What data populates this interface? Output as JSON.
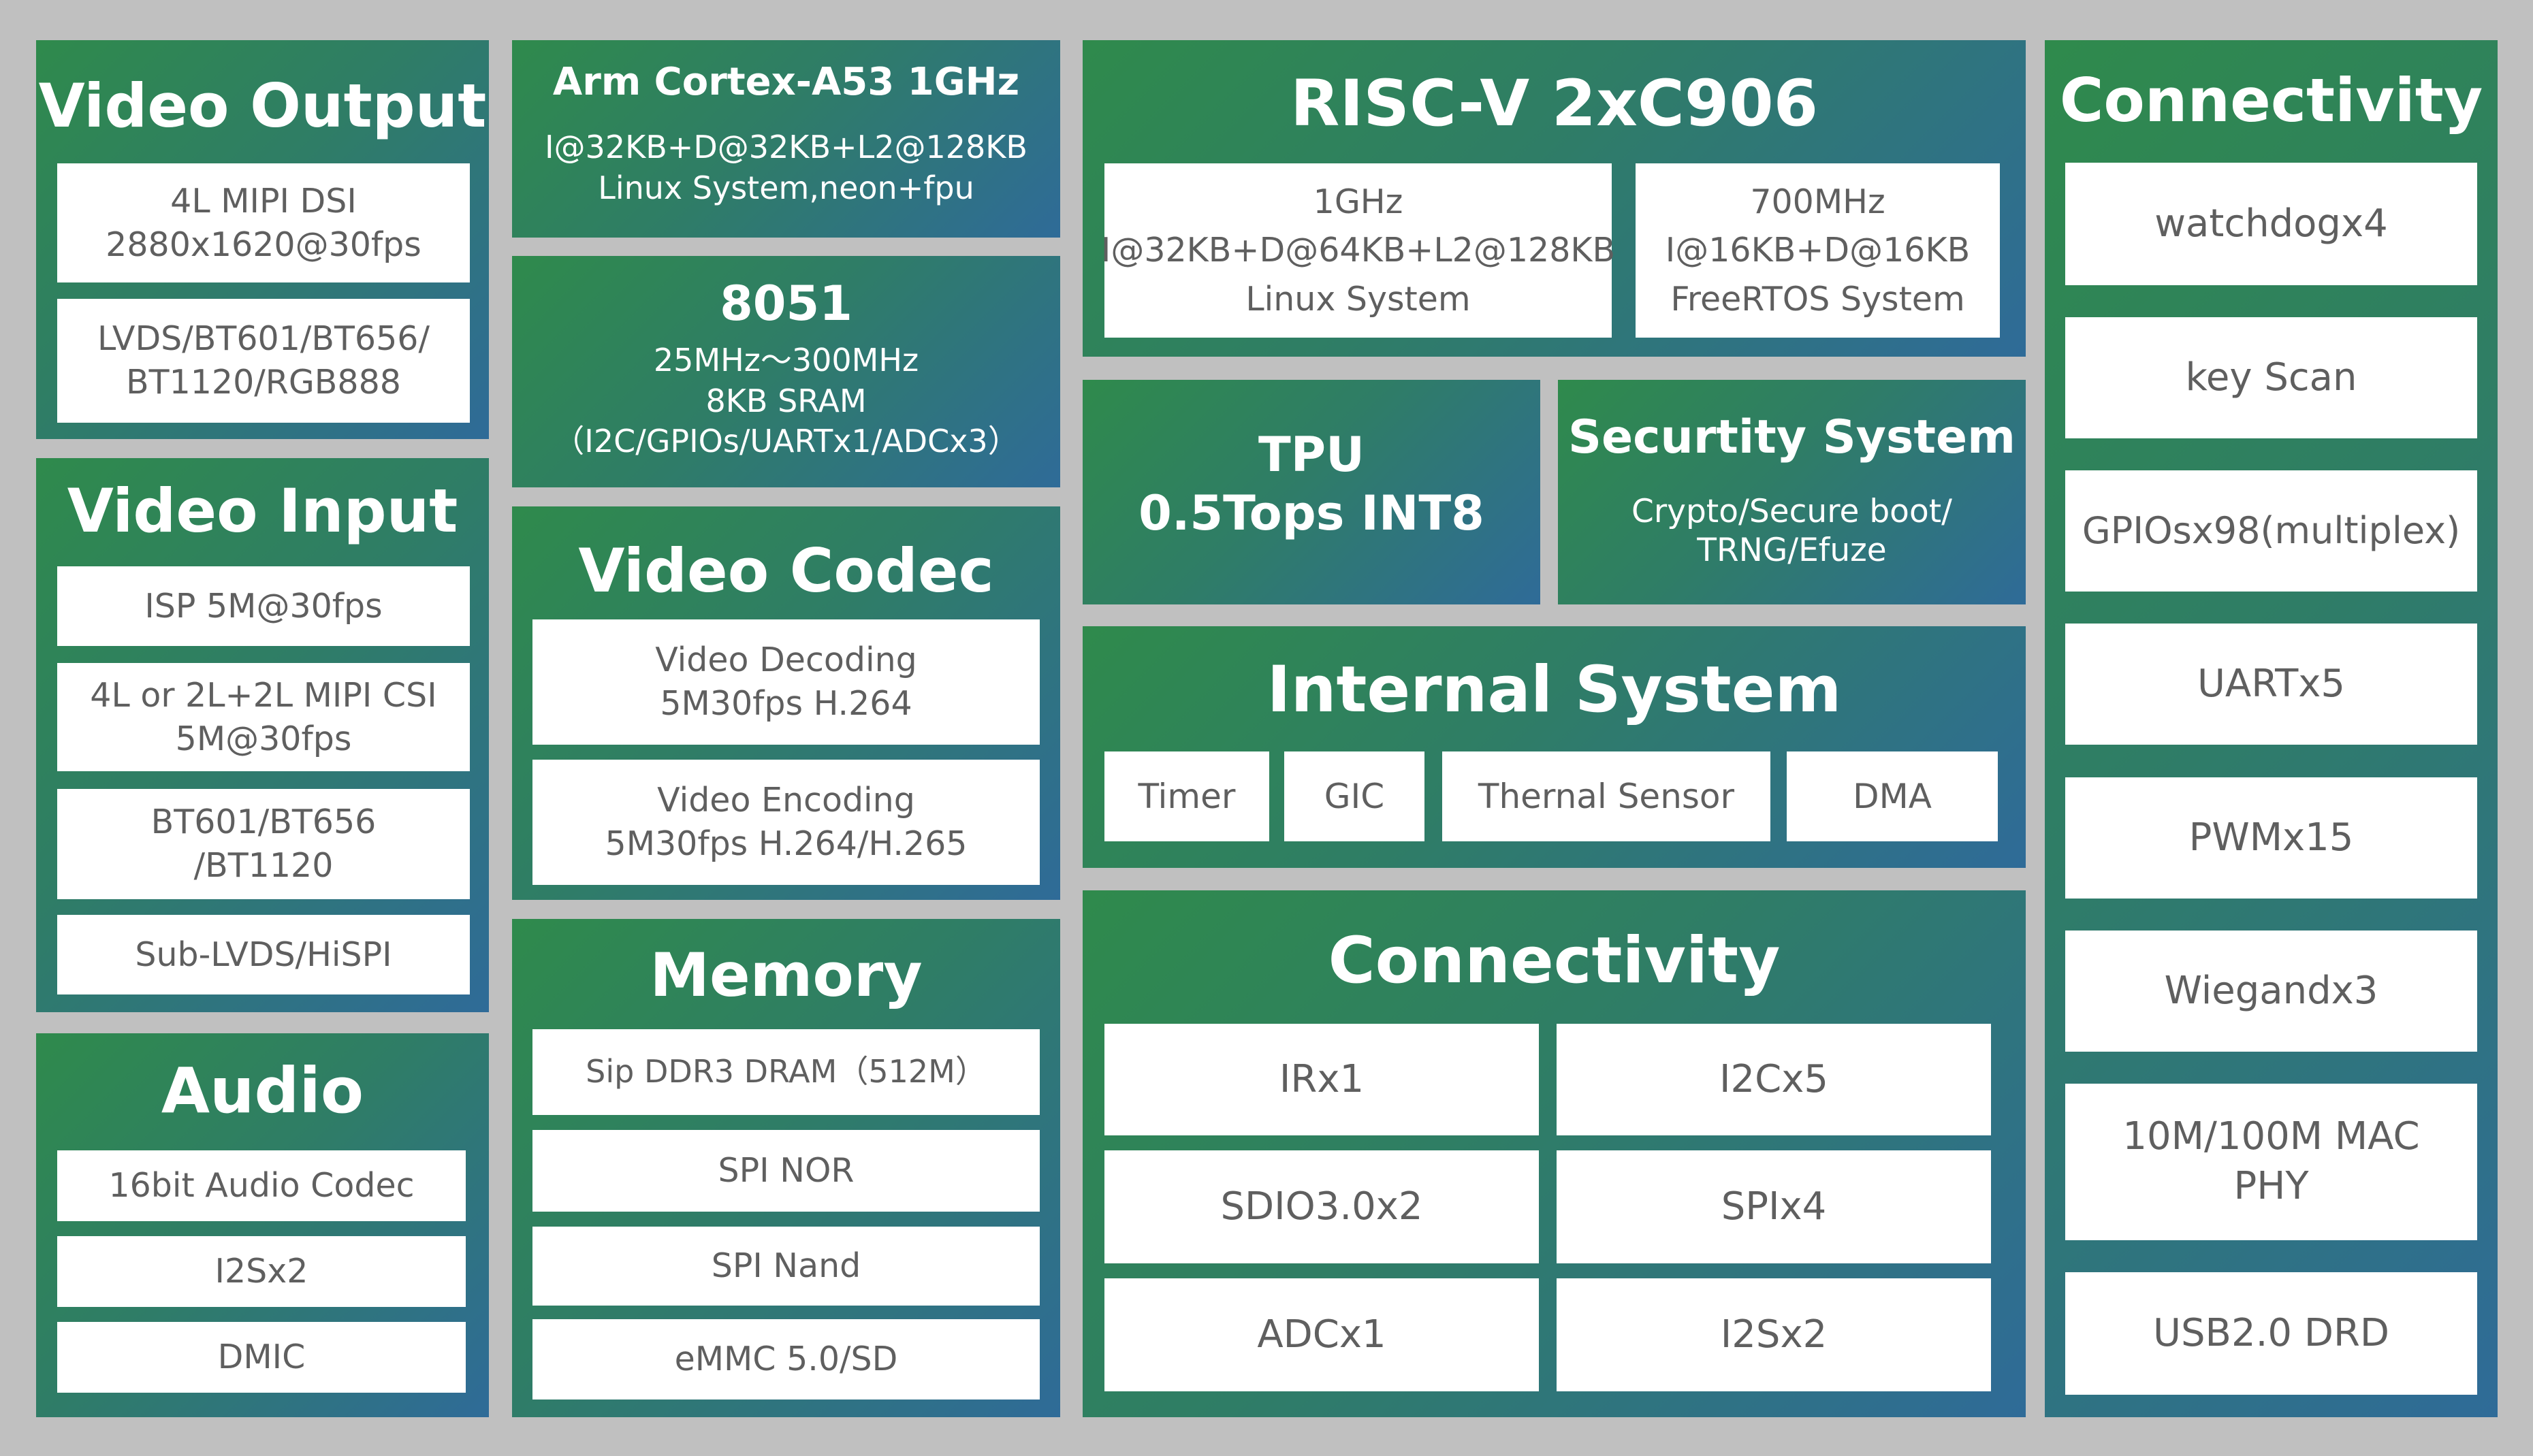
{
  "video_output": {
    "title": "Video Output",
    "items": [
      {
        "line1": "4L MIPI DSI",
        "line2": "2880x1620@30fps"
      },
      {
        "line1": "LVDS/BT601/BT656/",
        "line2": "BT1120/RGB888"
      }
    ]
  },
  "video_input": {
    "title": "Video Input",
    "items": [
      {
        "line1": "ISP 5M@30fps",
        "line2": ""
      },
      {
        "line1": "4L or 2L+2L MIPI CSI",
        "line2": "5M@30fps"
      },
      {
        "line1": "BT601/BT656",
        "line2": "/BT1120"
      },
      {
        "line1": "Sub-LVDS/HiSPI",
        "line2": ""
      }
    ]
  },
  "audio": {
    "title": "Audio",
    "items": [
      "16bit Audio Codec",
      "I2Sx2",
      "DMIC"
    ]
  },
  "arm": {
    "title": "Arm Cortex-A53 1GHz",
    "line1": "I@32KB+D@32KB+L2@128KB",
    "line2": "Linux System,neon+fpu"
  },
  "mcu8051": {
    "title": "8051",
    "line1": "25MHz～300MHz",
    "line2": "8KB SRAM",
    "line3": "（I2C/GPIOs/UARTx1/ADCx3）"
  },
  "video_codec": {
    "title": "Video Codec",
    "items": [
      {
        "line1": "Video Decoding",
        "line2": "5M30fps H.264"
      },
      {
        "line1": "Video Encoding",
        "line2": "5M30fps H.264/H.265"
      }
    ]
  },
  "memory": {
    "title": "Memory",
    "items": [
      "Sip DDR3 DRAM（512M）",
      "SPI NOR",
      "SPI Nand",
      "eMMC 5.0/SD"
    ]
  },
  "riscv": {
    "title": "RISC-V 2xC906",
    "items": [
      {
        "line1": "1GHz",
        "line2": "I@32KB+D@64KB+L2@128KB",
        "line3": "Linux System"
      },
      {
        "line1": "700MHz",
        "line2": "I@16KB+D@16KB",
        "line3": "FreeRTOS System"
      }
    ]
  },
  "tpu": {
    "line1": "TPU",
    "line2": "0.5Tops INT8"
  },
  "security": {
    "title": "Securtity System",
    "line1": "Crypto/Secure boot/",
    "line2": "TRNG/Efuze"
  },
  "internal": {
    "title": "Internal System",
    "items": [
      "Timer",
      "GIC",
      "Thernal Sensor",
      "DMA"
    ]
  },
  "connectivity_mid": {
    "title": "Connectivity",
    "items": [
      "IRx1",
      "I2Cx5",
      "SDIO3.0x2",
      "SPIx4",
      "ADCx1",
      "I2Sx2"
    ]
  },
  "connectivity_right": {
    "title": "Connectivity",
    "items": [
      {
        "line1": "watchdogx4",
        "line2": ""
      },
      {
        "line1": "key Scan",
        "line2": ""
      },
      {
        "line1": "GPIOsx98(multiplex)",
        "line2": ""
      },
      {
        "line1": "UARTx5",
        "line2": ""
      },
      {
        "line1": "PWMx15",
        "line2": ""
      },
      {
        "line1": "Wiegandx3",
        "line2": ""
      },
      {
        "line1": "10M/100M MAC",
        "line2": "PHY"
      },
      {
        "line1": "USB2.0 DRD",
        "line2": ""
      }
    ]
  }
}
